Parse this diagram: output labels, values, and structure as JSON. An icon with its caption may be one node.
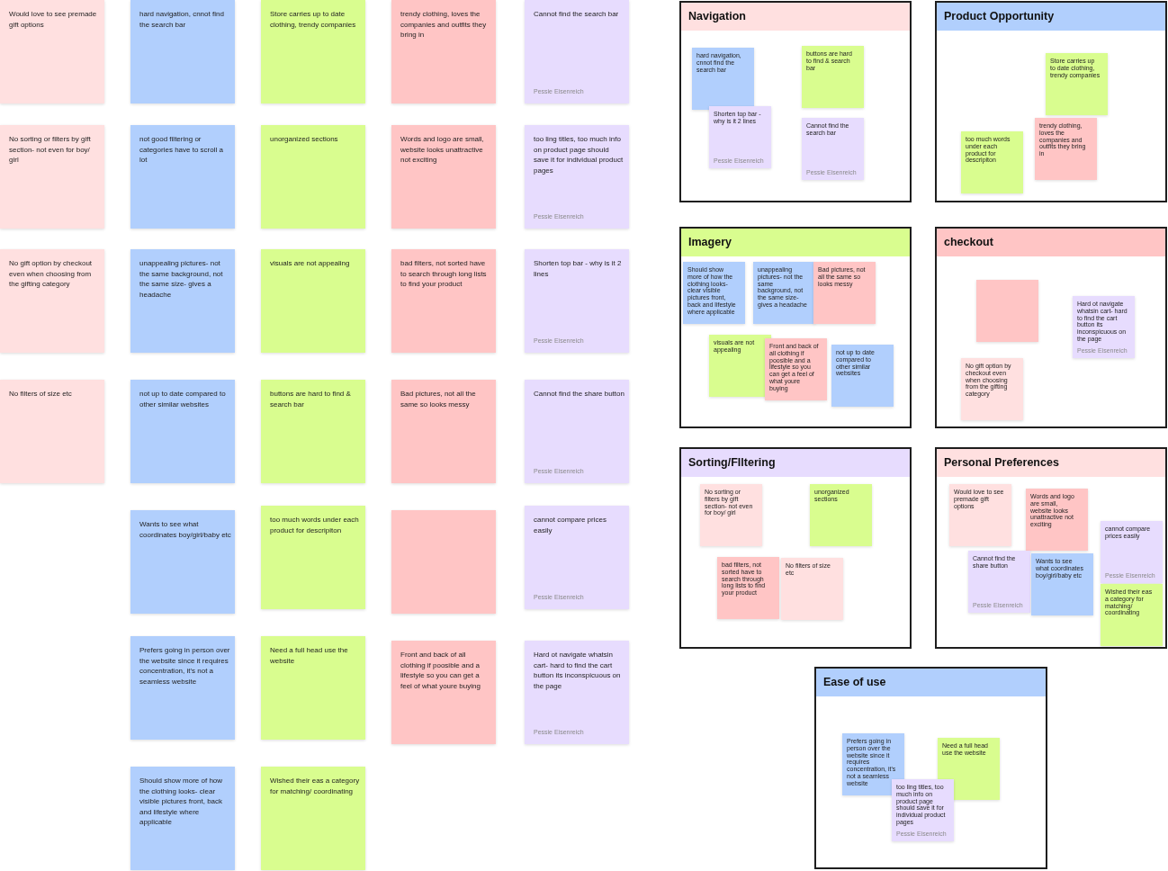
{
  "diagram": {
    "nodes": [
      {
        "text": [
          "Would love to see premade gift options"
        ]
      },
      {
        "text": [
          "hard navigation, cnnot find the search bar"
        ]
      },
      {
        "text": [
          "Store carries up to date clothing, trendy companies"
        ]
      },
      {
        "text": [
          "trendy clothing, loves the companies and outfits they bring in"
        ]
      },
      {
        "text": [
          "Cannot find the search bar",
          "Pessie Eisenreich"
        ]
      },
      {
        "text": [
          "No sorting or filters by gift section- not even for boy/ girl"
        ]
      },
      {
        "text": [
          "not good filtering or categories have to scroll a lot"
        ]
      },
      {
        "text": [
          "unorganized sections"
        ]
      },
      {
        "text": [
          "Words and logo are small, website looks unattractive not exciting"
        ]
      },
      {
        "text": [
          "too ling titles, too much info on product page should save it for individual product pages",
          "Pessie Eisenreich"
        ]
      },
      {
        "text": [
          "No gift option by checkout even when choosing from the gifting category"
        ]
      },
      {
        "text": [
          "unappealing pictures- not the same background, not the same size- gives a headache"
        ]
      },
      {
        "text": [
          "visuals are not appealing"
        ]
      },
      {
        "text": [
          "bad filters, not sorted have to search through long lists to find your product"
        ]
      },
      {
        "text": [
          "Shorten top bar - why is it 2 lines",
          "Pessie Eisenreich"
        ]
      },
      {
        "text": [
          "No filters of size etc"
        ]
      },
      {
        "text": [
          "not up to date compared to other similar websites"
        ]
      },
      {
        "text": [
          "buttons are hard to find & search bar"
        ]
      },
      {
        "text": [
          "Bad pictures, not all the same so looks messy"
        ]
      },
      {
        "text": [
          "Cannot find the share button",
          "Pessie Eisenreich"
        ]
      },
      {
        "text": [
          "Wants to see what coordinates boy/girl/baby etc"
        ]
      },
      {
        "text": [
          "too much words under each product for descripiton"
        ]
      },
      {
        "text": [],
        "shape": "box"
      },
      {
        "text": [
          "cannot compare prices easily",
          "Pessie Eisenreich"
        ]
      },
      {
        "text": [
          "Prefers going in person over the website since it requires concentration, it's not a seamless website"
        ]
      },
      {
        "text": [
          "Need a full head use the website"
        ]
      },
      {
        "text": [
          "Front and back of all clothing if poosible and a lifestyle so you can get a feel of what youre buying"
        ]
      },
      {
        "text": [
          "Hard ot navigate whatsin cart- hard to find the cart button its inconspicuous on the page",
          "Pessie Eisenreich"
        ]
      },
      {
        "text": [
          "Should show more of how the clothing looks- clear visible pictures front, back and lifestyle where applicable"
        ]
      },
      {
        "text": [
          "Wished their eas a category for matching/ coordinating"
        ]
      },
      {
        "text": [
          "Navigation"
        ]
      },
      {
        "text": [
          "hard navigation, cnnot find the search bar"
        ],
        "in": 30
      },
      {
        "text": [
          "buttons are hard to find & search bar"
        ],
        "in": 30
      },
      {
        "text": [
          "Shorten top bar - why is it 2 lines",
          "Pessie Eisenreich"
        ],
        "in": 30
      },
      {
        "text": [
          "Cannot find the search bar",
          "Pessie Eisenreich"
        ],
        "in": 30
      },
      {
        "text": [
          "Product Opportunity"
        ]
      },
      {
        "text": [
          "Store carries up to date clothing, trendy companies"
        ],
        "in": 35
      },
      {
        "text": [
          "trendy clothing, loves the companies and outfits they bring in"
        ],
        "in": 35
      },
      {
        "text": [
          "too much words under each product for descripiton"
        ],
        "in": 35
      },
      {
        "text": [
          "Imagery"
        ]
      },
      {
        "text": [
          "Should show more of how the clothing looks- clear visible pictures front, back and lifestyle where applicable"
        ],
        "in": 39
      },
      {
        "text": [
          "unappealing pictures- not the same background, not the same size- gives a headache"
        ],
        "in": 39
      },
      {
        "text": [
          "Bad pictures, not all the same so looks messy"
        ],
        "in": 39
      },
      {
        "text": [
          "visuals are not appealing"
        ],
        "in": 39
      },
      {
        "text": [
          "Front and back of all clothing if poosible and a lifestyle so you can get a feel of what youre buying"
        ],
        "in": 39
      },
      {
        "text": [
          "not up to date compared to other similar websites"
        ],
        "in": 39
      },
      {
        "text": [
          "checkout"
        ]
      },
      {
        "text": [],
        "shape": "box",
        "in": 46
      },
      {
        "text": [
          "Hard ot navigate whatsin cart- hard to find the cart button its inconspicuous on the page",
          "Pessie Eisenreich"
        ],
        "in": 46
      },
      {
        "text": [
          "No gift option by checkout even when choosing from the gifting category"
        ],
        "in": 46
      },
      {
        "text": [
          "Sorting/FIltering"
        ]
      },
      {
        "text": [
          "No sorting or filters by gift section- not even for boy/ girl"
        ],
        "in": 50
      },
      {
        "text": [
          "unorganized sections"
        ],
        "in": 50
      },
      {
        "text": [
          "bad filters, not sorted have to search through long lists to find your product"
        ],
        "in": 50
      },
      {
        "text": [
          "No filters of size etc"
        ],
        "in": 50
      },
      {
        "text": [
          "Personal Preferences"
        ]
      },
      {
        "text": [
          "Would love to see premade gift options"
        ],
        "in": 55
      },
      {
        "text": [
          "Words and logo are small, website looks unattractive not exciting"
        ],
        "in": 55
      },
      {
        "text": [
          "cannot compare prices easily",
          "Pessie Eisenreich"
        ],
        "in": 55
      },
      {
        "text": [
          "Cannot find the share button",
          "Pessie Eisenreich"
        ],
        "in": 55
      },
      {
        "text": [
          "Wants to see what coordinates boy/girl/baby etc"
        ],
        "in": 55
      },
      {
        "text": [
          "Wished their eas a category for matching/ coordinating"
        ],
        "in": 55
      },
      {
        "text": [
          "Ease of use"
        ]
      },
      {
        "text": [
          "Prefers going in person over the website since it requires concentration, it's not a seamless website"
        ],
        "in": 62
      },
      {
        "text": [
          "Need a full head use the website"
        ],
        "in": 62
      },
      {
        "text": [
          "too ling titles, too much info on product page should save it for individual product pages",
          "Pessie Eisenreich"
        ],
        "in": 62
      }
    ]
  }
}
